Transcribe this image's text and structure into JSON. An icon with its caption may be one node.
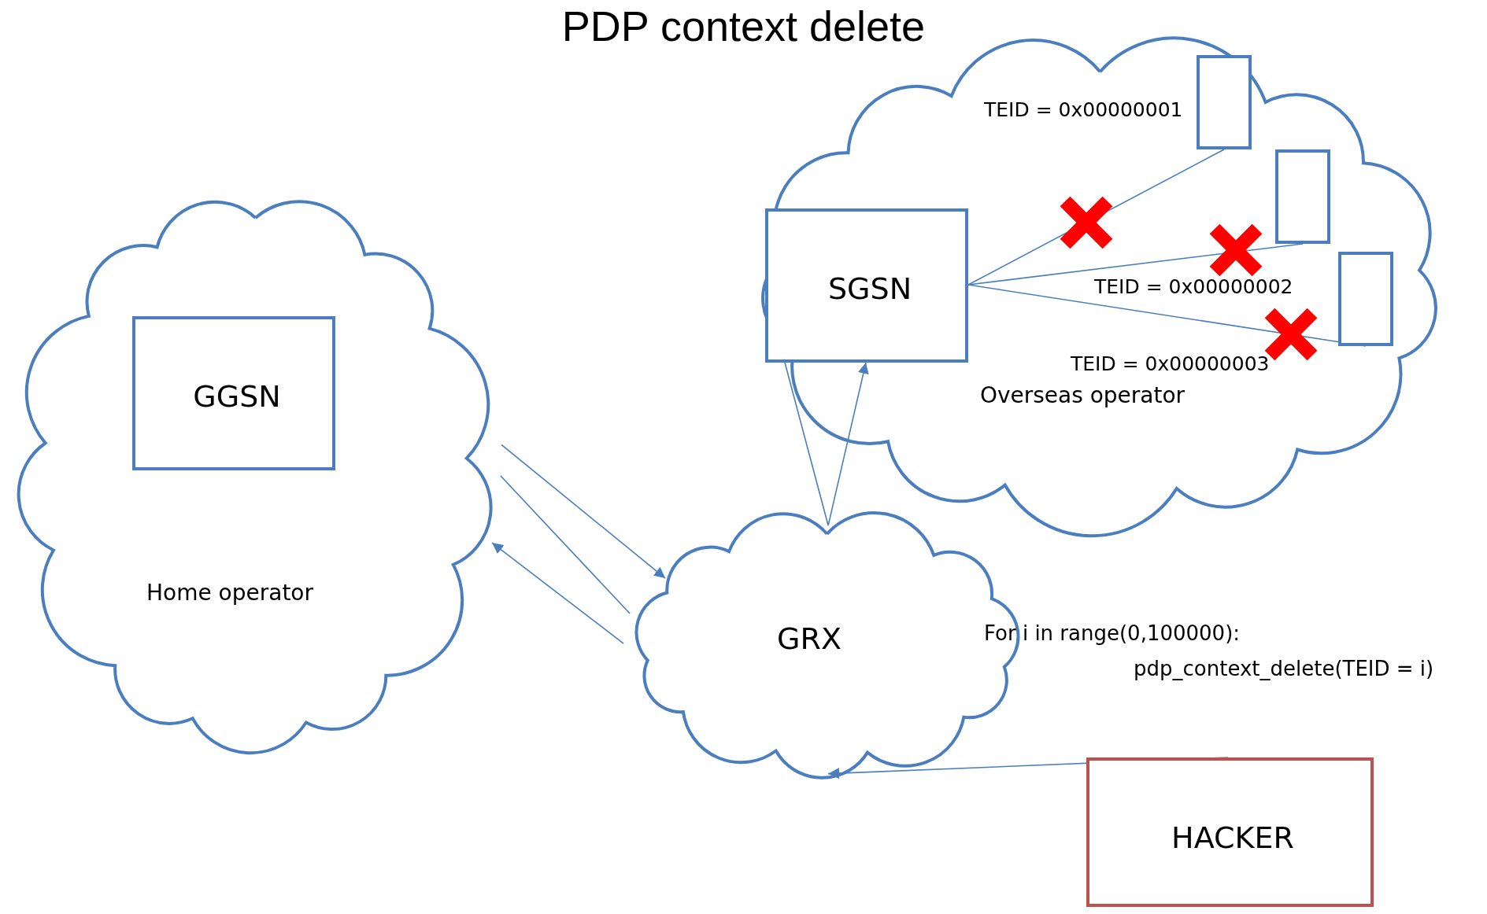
{
  "diagram": {
    "title": "PDP context delete",
    "nodes": [
      {
        "text": [
          "Home operator"
        ]
      },
      {
        "text": [
          "GGSN"
        ],
        "in": 0
      },
      {
        "text": [
          "Overseas operator"
        ]
      },
      {
        "text": [
          "SGSN"
        ],
        "in": 2
      },
      {
        "text": [],
        "shape": "box",
        "in": 2,
        "beside": [
          "TEID = 0x00000001"
        ]
      },
      {
        "text": [],
        "shape": "box",
        "in": 2,
        "beside": [
          "TEID = 0x00000002"
        ]
      },
      {
        "text": [],
        "shape": "box",
        "in": 2,
        "beside": [
          "TEID = 0x00000003"
        ]
      },
      {
        "text": [
          "GRX"
        ]
      },
      {
        "text": [
          "HACKER"
        ]
      }
    ],
    "edges": [
      {
        "from": 0,
        "to": 7,
        "arrow": "to"
      },
      {
        "from": 0,
        "to": 7,
        "arrow": "none"
      },
      {
        "from": 7,
        "to": 0,
        "arrow": "to"
      },
      {
        "from": 3,
        "to": 7,
        "arrow": "none"
      },
      {
        "from": 7,
        "to": 3,
        "arrow": "to"
      },
      {
        "from": 3,
        "to": 4,
        "arrow": "none"
      },
      {
        "from": 3,
        "to": 5,
        "arrow": "none"
      },
      {
        "from": 3,
        "to": 6,
        "arrow": "none"
      },
      {
        "from": 8,
        "to": 7,
        "arrow": "to"
      }
    ],
    "labels": [
      "For i in range(0,100000):",
      "pdp_context_delete(TEID = i)"
    ]
  }
}
